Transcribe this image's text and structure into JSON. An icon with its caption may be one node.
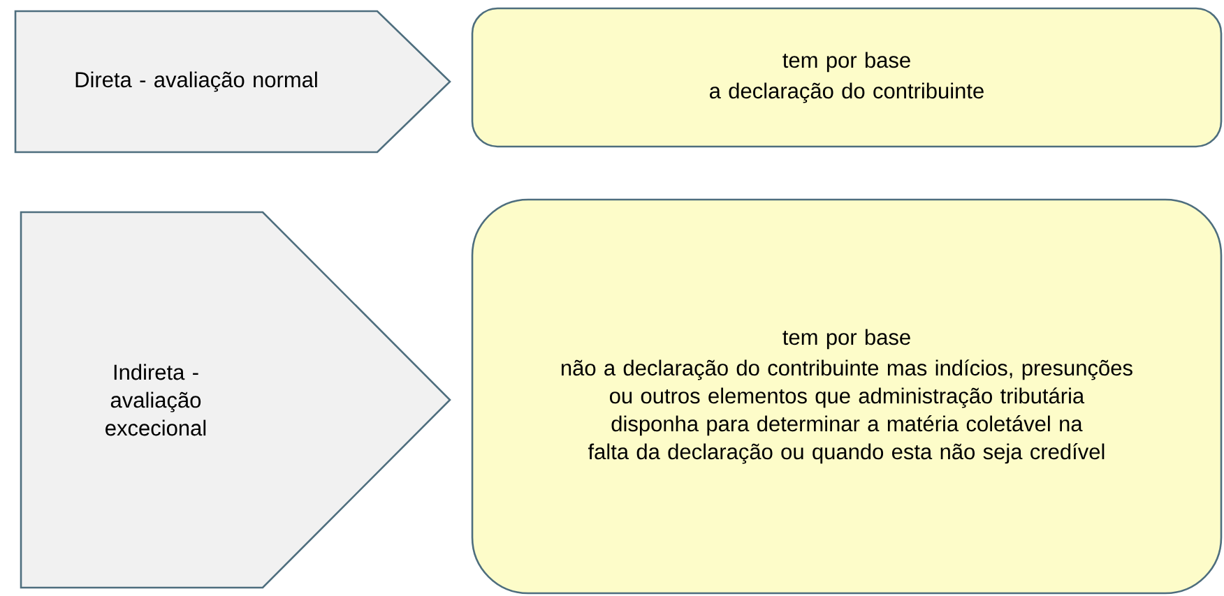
{
  "diagram": {
    "nodes": [
      {
        "text": [
          "Direta - avaliação normal"
        ]
      },
      {
        "text": [
          "tem por base",
          "a declaração do contribuinte"
        ]
      },
      {
        "text": [
          "Indireta - avaliação excecional"
        ]
      },
      {
        "text": [
          "tem por base",
          "não a declaração do contribuinte mas indícios, presunções ou outros elementos que administração tributária disponha para determinar a matéria coletável na falta da declaração ou quando esta não seja credível"
        ]
      }
    ]
  }
}
